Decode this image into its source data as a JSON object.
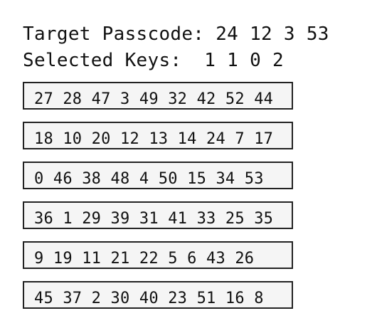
{
  "header": {
    "target_text": "Target Passcode: 24 12 3 53",
    "selected_text": "Selected Keys:  1 1 0 2"
  },
  "rows": [
    "27 28 47 3 49 32 42 52 44",
    "18 10 20 12 13 14 24 7 17",
    "0 46 38 48 4 50 15 34 53",
    "36 1 29 39 31 41 33 25 35",
    "9 19 11 21 22 5 6 43 26",
    "45 37 2 30 40 23 51 16 8"
  ]
}
